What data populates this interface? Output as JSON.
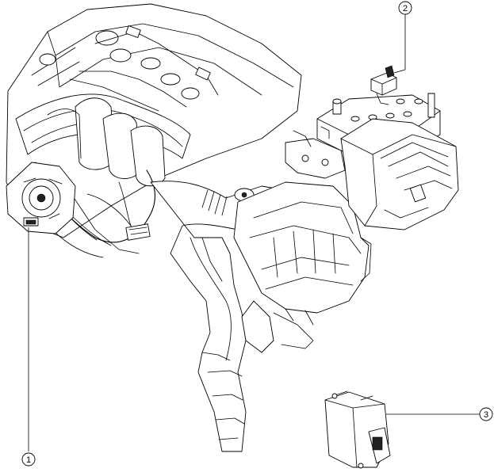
{
  "callouts": [
    {
      "id": "callout-1",
      "number": "1"
    },
    {
      "id": "callout-2",
      "number": "2"
    },
    {
      "id": "callout-3",
      "number": "3"
    }
  ]
}
